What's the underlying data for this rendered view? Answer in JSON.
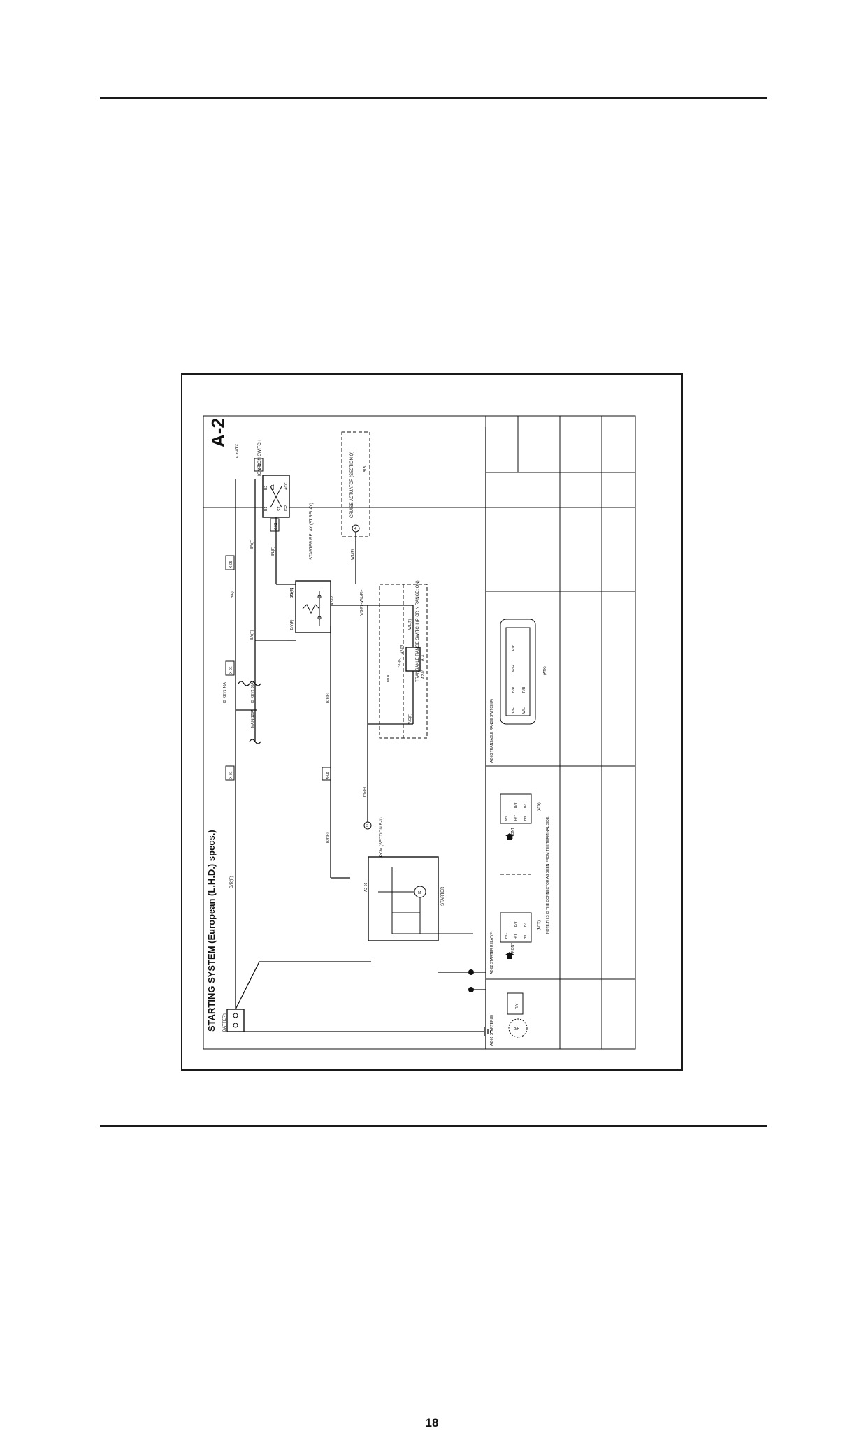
{
  "page": {
    "number": "18"
  },
  "diagram": {
    "code": "A-2",
    "title": "STARTING SYSTEM (European (L.H.D.) specs.)",
    "legend_note": "< > ATX",
    "components": {
      "battery": "BATTERY",
      "starter": "STARTER",
      "starter_relay": "STARTER RELAY (ST.RELAY)",
      "ignition_switch": "IGNITION SWITCH",
      "cruise_actuator": "CRUISE ACTUATOR (SECTION Q)",
      "transaxle_switch": "TRANSAXLE RANGE SWITCH (P OR N RANGE: ON)",
      "pcm": "PCM (SECTION B-1)"
    },
    "fuses": [
      "MAIN 120A",
      "IG KEY1 40A",
      "IG KEY2 30A"
    ],
    "connectors": [
      "X-01",
      "X-01",
      "X-05",
      "X-02",
      "X-02",
      "X-08",
      "A2-01",
      "A2-02",
      "A2-02",
      "A2-03",
      "A2-03"
    ],
    "wires": [
      "B/R(F)",
      "B(F)",
      "B/Y(F)",
      "B/Y(F)",
      "B/Y(F)",
      "B/Y(F)",
      "B/L(F)",
      "R/Y(F)",
      "R/Y(F)",
      "Y/G(F)",
      "Y/G(F)",
      "Y/G(F)",
      "W/L(F)",
      "W/L(F)",
      "Y/G(F) <W/L(F)>"
    ],
    "ignition_terminals": [
      "B1",
      "IG1",
      "ST",
      "B2",
      "IG2",
      "ACC"
    ],
    "section_markers": [
      "MTX",
      "ATX",
      "ATX"
    ],
    "pcm_ref": "3",
    "cruise_ref": "4",
    "connector_panels": {
      "a2_01": "A2-01 STARTER(E)",
      "a2_02": "A2-02 STARTER RELAY(F)",
      "a2_03": "A2-03 TRANSAXLE RANGE SWITCH(F)",
      "front": "FRONT",
      "mtx": "(MTX)",
      "atx": "(ATX)",
      "atx_switch": "(ATX)",
      "note": "NOTE:THIS IS THE CONNECTOR AS SEEN FROM THE TERMINAL SIDE.",
      "pins_a2_01": [
        "B/R",
        "R/Y"
      ],
      "pins_a2_02_mtx": [
        "Y/G",
        "B/L",
        "R/Y",
        "B/Y",
        "B/L"
      ],
      "pins_a2_02_atx": [
        "W/L",
        "B/L",
        "R/Y",
        "B/Y",
        "B/L"
      ],
      "pins_a2_03": [
        "Y/G",
        "B/R",
        "W/R",
        "R/Y",
        "W/L",
        "R/B"
      ]
    }
  }
}
